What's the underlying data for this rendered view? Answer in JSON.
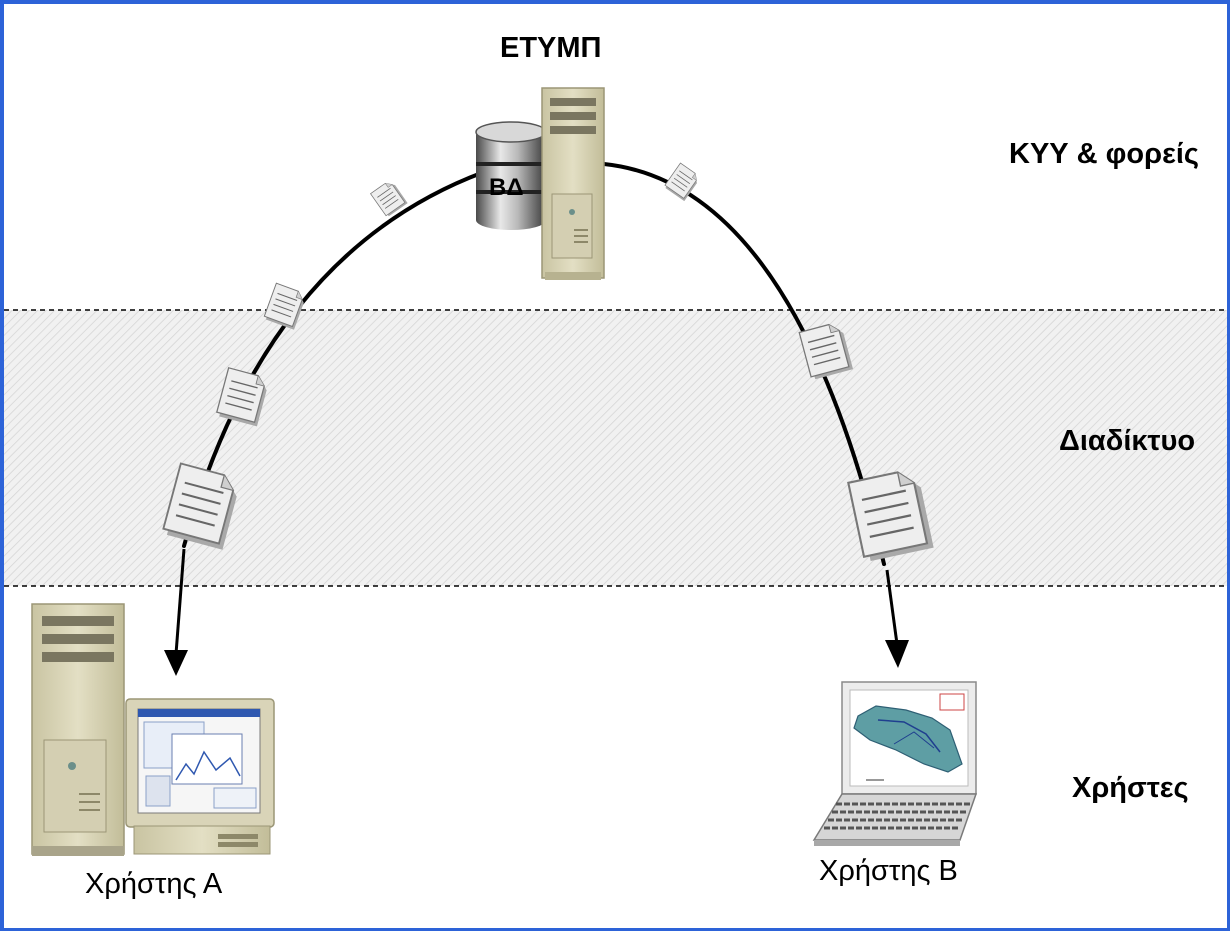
{
  "server": {
    "title": "ΕΤΥΜΠ",
    "db_label": "ΒΔ"
  },
  "zones": {
    "top": "ΚΥΥ & φορείς",
    "middle": "Διαδίκτυο",
    "bottom": "Χρήστες"
  },
  "users": {
    "a": "Χρήστης Α",
    "b": "Χρήστης Β"
  }
}
